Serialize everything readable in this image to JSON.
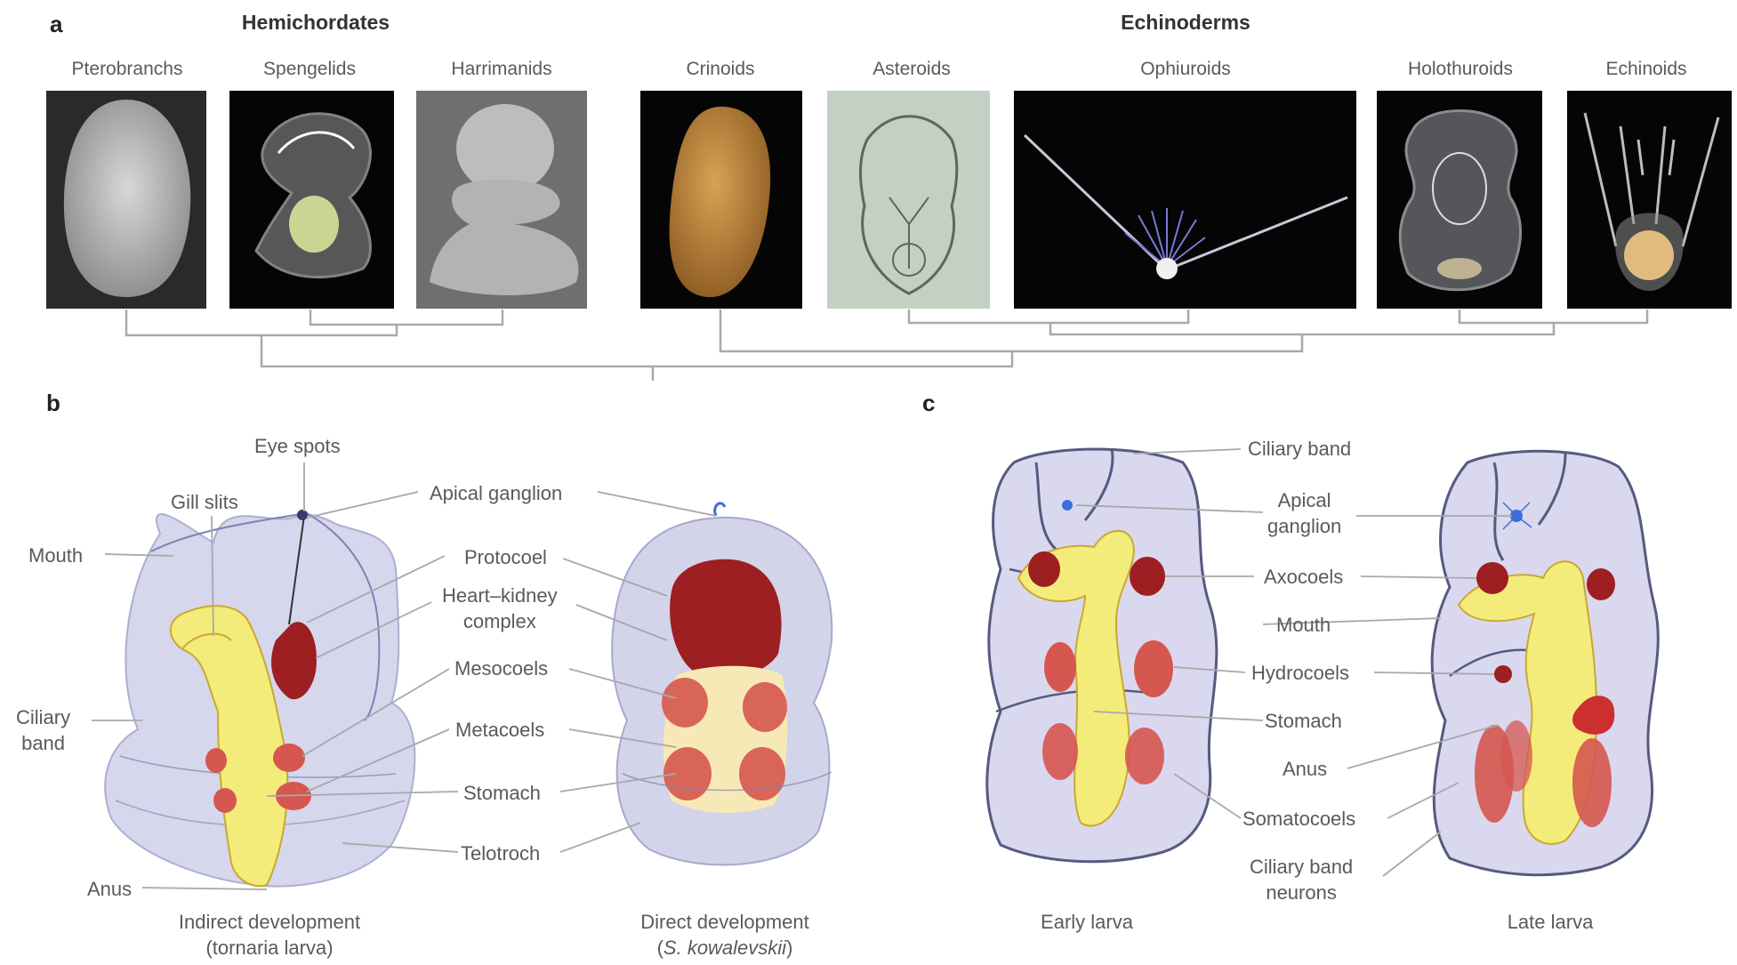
{
  "panel_a": {
    "label": "a",
    "groups": {
      "hemichordates": "Hemichordates",
      "echinoderms": "Echinoderms"
    },
    "taxa": {
      "pterobranchs": "Pterobranchs",
      "spengelids": "Spengelids",
      "harrimanids": "Harrimanids",
      "crinoids": "Crinoids",
      "asteroids": "Asteroids",
      "ophiuroids": "Ophiuroids",
      "holothuroids": "Holothuroids",
      "echinoids": "Echinoids"
    }
  },
  "panel_b": {
    "label": "b",
    "labels": {
      "eye_spots": "Eye spots",
      "gill_slits": "Gill slits",
      "mouth": "Mouth",
      "ciliary_band_1": "Ciliary",
      "ciliary_band_2": "band",
      "anus": "Anus",
      "apical_ganglion": "Apical ganglion",
      "protocoel": "Protocoel",
      "heart_kidney_1": "Heart–kidney",
      "heart_kidney_2": "complex",
      "mesocoels": "Mesocoels",
      "metacoels": "Metacoels",
      "stomach": "Stomach",
      "telotroch": "Telotroch"
    },
    "captions": {
      "indirect_1": "Indirect development",
      "indirect_2": "(tornaria larva)",
      "direct_1": "Direct development",
      "direct_2_open": "(",
      "direct_2_species": "S. kowalevskii",
      "direct_2_close": ")"
    }
  },
  "panel_c": {
    "label": "c",
    "labels": {
      "ciliary_band": "Ciliary band",
      "apical_ganglion_1": "Apical",
      "apical_ganglion_2": "ganglion",
      "axocoels": "Axocoels",
      "mouth": "Mouth",
      "hydrocoels": "Hydrocoels",
      "stomach": "Stomach",
      "anus": "Anus",
      "somatocoels": "Somatocoels",
      "ciliary_band_neurons_1": "Ciliary band",
      "ciliary_band_neurons_2": "neurons"
    },
    "captions": {
      "early": "Early larva",
      "late": "Late larva"
    }
  },
  "colors": {
    "photo_dark": "#0b0b0b",
    "larva_body": "#c9c9e6",
    "stomach_yellow": "#f4ec7a",
    "coelom_red": "#d6574f",
    "protocoel_dark_red": "#9d1f22",
    "ganglion_blue": "#3a6fd8"
  }
}
